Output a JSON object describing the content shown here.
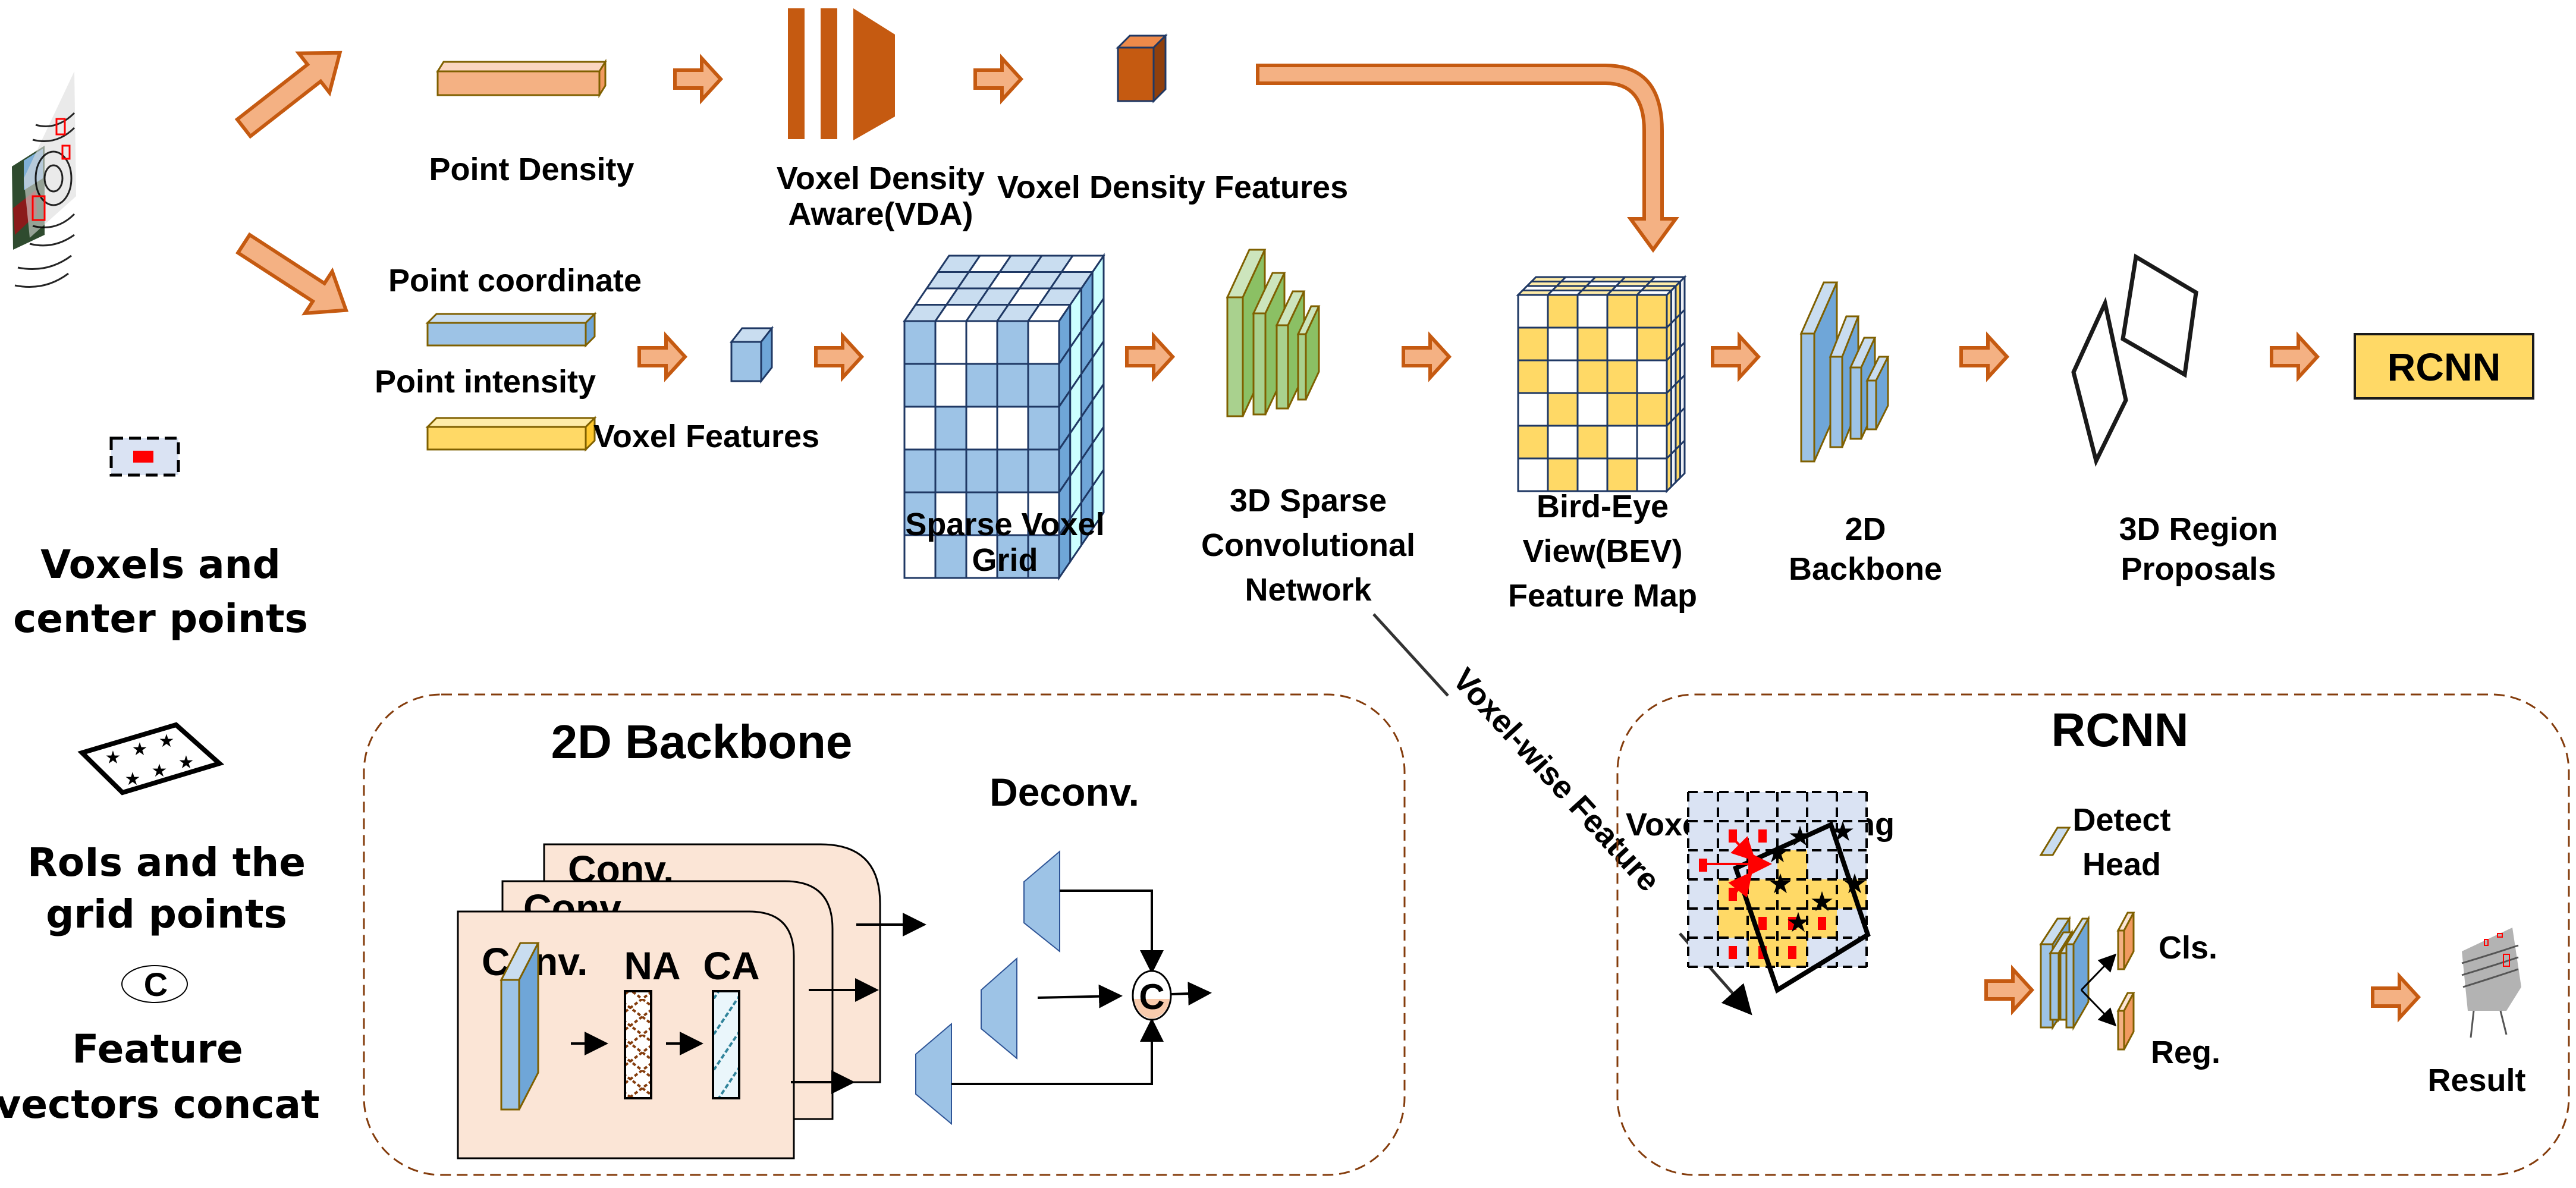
{
  "figure": {
    "type": "architecture-diagram",
    "colors": {
      "arrow_fill": "#f4b183",
      "arrow_stroke": "#c55a11",
      "vda_orange": "#c55a11",
      "blue_light": "#9dc3e6",
      "blue_dark": "#6fa6d8",
      "blue_top": "#c9ddf0",
      "yellow": "#ffd966",
      "green": "#a9d18e",
      "green_dark": "#8bc064",
      "peach_panel": "#fbe5d6",
      "roi_bg": "#dae3f3",
      "center_point_red": "#ff0000",
      "dashed_border": "#843c0c"
    }
  },
  "top_branch": {
    "point_density_label": "Point Density",
    "vda_label_line1": "Voxel Density",
    "vda_label_line2": "Aware(VDA)",
    "voxel_density_features_label": "Voxel Density Features"
  },
  "main_branch": {
    "point_coordinate_label": "Point coordinate",
    "point_intensity_label": "Point intensity",
    "voxel_features_label": "Voxel Features",
    "sparse_grid_label_line1": "Sparse Voxel",
    "sparse_grid_label_line2": "Grid",
    "sparse_conv_label_line1": "3D Sparse",
    "sparse_conv_label_line2": "Convolutional",
    "sparse_conv_label_line3": "Network",
    "bev_label_line1": "Bird-Eye",
    "bev_label_line2": "View(BEV)",
    "bev_label_line3": "Feature Map",
    "backbone_label_line1": "2D",
    "backbone_label_line2": "Backbone",
    "proposals_label_line1": "3D Region",
    "proposals_label_line2": "Proposals",
    "rcnn_box_label": "RCNN",
    "voxel_wise_feature_label": "Voxel-wise Feature"
  },
  "legend": {
    "voxels_line1": "Voxels and",
    "voxels_line2": "center points",
    "rois_line1": "RoIs and the",
    "rois_line2": "grid points",
    "concat_symbol": "C",
    "concat_line1": "Feature",
    "concat_line2": "vectors concat"
  },
  "backbone_panel": {
    "title": "2D Backbone",
    "deconv_label": "Deconv.",
    "conv_label": "Conv.",
    "na_label": "NA",
    "ca_label": "CA",
    "concat_symbol": "C"
  },
  "rcnn_panel": {
    "title": "RCNN",
    "roi_pooling_label": "Voxel RoI pooling",
    "detect_head_line1": "Detect",
    "detect_head_line2": "Head",
    "cls_label": "Cls.",
    "reg_label": "Reg.",
    "result_label": "Result"
  },
  "grids": {
    "sparse_front": [
      [
        1,
        0,
        0,
        1,
        0
      ],
      [
        1,
        0,
        1,
        1,
        1
      ],
      [
        0,
        1,
        0,
        0,
        1
      ],
      [
        1,
        1,
        1,
        1,
        1
      ],
      [
        1,
        0,
        1,
        0,
        0
      ],
      [
        0,
        1,
        0,
        1,
        1
      ]
    ],
    "bev_front": [
      [
        0,
        1,
        0,
        1,
        1
      ],
      [
        1,
        0,
        1,
        0,
        1
      ],
      [
        1,
        0,
        1,
        1,
        0
      ],
      [
        0,
        1,
        0,
        1,
        1
      ],
      [
        1,
        0,
        1,
        0,
        0
      ],
      [
        0,
        1,
        0,
        1,
        0
      ]
    ],
    "roi_yellow": [
      [
        0,
        0,
        0,
        0,
        0,
        0
      ],
      [
        0,
        0,
        0,
        0,
        0,
        0
      ],
      [
        0,
        0,
        0,
        1,
        0,
        0
      ],
      [
        0,
        1,
        1,
        1,
        1,
        1
      ],
      [
        0,
        1,
        1,
        1,
        1,
        0
      ],
      [
        0,
        0,
        1,
        1,
        0,
        0
      ]
    ]
  }
}
